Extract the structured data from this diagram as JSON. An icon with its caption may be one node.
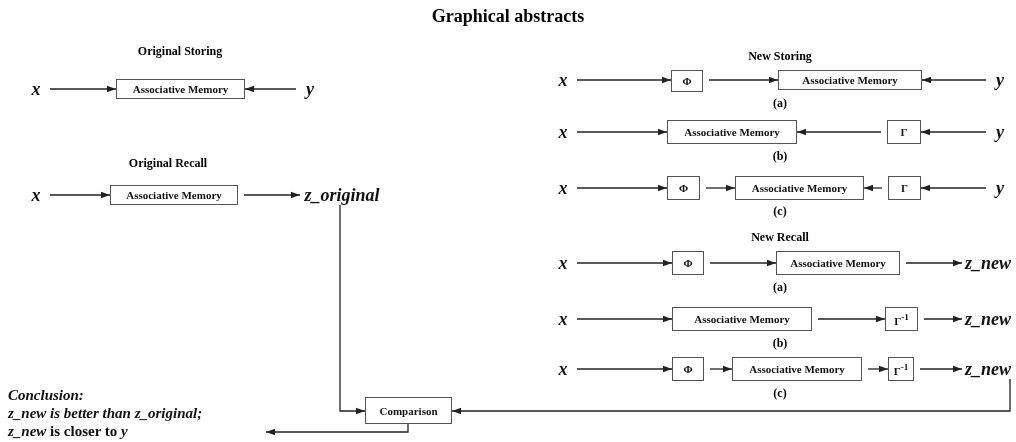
{
  "diagram": {
    "title": "Graphical abstracts",
    "nodes": [
      {
        "text": [
          "x"
        ]
      },
      {
        "text": [
          "Associative Memory"
        ]
      },
      {
        "text": [
          "y"
        ]
      },
      {
        "text": [
          "x"
        ]
      },
      {
        "text": [
          "Associative Memory"
        ]
      },
      {
        "text": [
          "z_original"
        ]
      },
      {
        "text": [
          "x"
        ]
      },
      {
        "text": [
          "Φ"
        ]
      },
      {
        "text": [
          "Associative Memory"
        ]
      },
      {
        "text": [
          "y"
        ]
      },
      {
        "text": [
          "x"
        ]
      },
      {
        "text": [
          "Associative Memory"
        ]
      },
      {
        "text": [
          "Γ"
        ]
      },
      {
        "text": [
          "y"
        ]
      },
      {
        "text": [
          "x"
        ]
      },
      {
        "text": [
          "Φ"
        ]
      },
      {
        "text": [
          "Associative Memory"
        ]
      },
      {
        "text": [
          "Γ"
        ]
      },
      {
        "text": [
          "y"
        ]
      },
      {
        "text": [
          "x"
        ]
      },
      {
        "text": [
          "Φ"
        ]
      },
      {
        "text": [
          "Associative Memory"
        ]
      },
      {
        "text": [
          "z_new"
        ]
      },
      {
        "text": [
          "x"
        ]
      },
      {
        "text": [
          "Associative Memory"
        ]
      },
      {
        "text": [
          "Γ$^{-1}$"
        ]
      },
      {
        "text": [
          "z_new"
        ]
      },
      {
        "text": [
          "x"
        ]
      },
      {
        "text": [
          "Φ"
        ]
      },
      {
        "text": [
          "Associative Memory"
        ]
      },
      {
        "text": [
          "Γ$^{-1}$"
        ]
      },
      {
        "text": [
          "z_new"
        ]
      },
      {
        "text": [
          "Comparison"
        ]
      },
      {
        "text": [
          "Conclusion:",
          "z_new is better than z_original;",
          "*z_new* is closer to *y*"
        ]
      }
    ],
    "edges": [
      {
        "from": 0,
        "to": 1,
        "arrow": "to"
      },
      {
        "from": 2,
        "to": 1,
        "arrow": "to"
      },
      {
        "from": 3,
        "to": 4,
        "arrow": "to"
      },
      {
        "from": 4,
        "to": 5,
        "arrow": "to"
      },
      {
        "from": 6,
        "to": 7,
        "arrow": "to"
      },
      {
        "from": 7,
        "to": 8,
        "arrow": "to"
      },
      {
        "from": 9,
        "to": 8,
        "arrow": "to"
      },
      {
        "from": 10,
        "to": 11,
        "arrow": "to"
      },
      {
        "from": 13,
        "to": 12,
        "arrow": "to"
      },
      {
        "from": 12,
        "to": 11,
        "arrow": "to"
      },
      {
        "from": 14,
        "to": 15,
        "arrow": "to"
      },
      {
        "from": 15,
        "to": 16,
        "arrow": "to"
      },
      {
        "from": 18,
        "to": 17,
        "arrow": "to"
      },
      {
        "from": 17,
        "to": 16,
        "arrow": "to"
      },
      {
        "from": 19,
        "to": 20,
        "arrow": "to"
      },
      {
        "from": 20,
        "to": 21,
        "arrow": "to"
      },
      {
        "from": 21,
        "to": 22,
        "arrow": "to"
      },
      {
        "from": 23,
        "to": 24,
        "arrow": "to"
      },
      {
        "from": 24,
        "to": 25,
        "arrow": "to"
      },
      {
        "from": 25,
        "to": 26,
        "arrow": "to"
      },
      {
        "from": 27,
        "to": 28,
        "arrow": "to"
      },
      {
        "from": 28,
        "to": 29,
        "arrow": "to"
      },
      {
        "from": 29,
        "to": 30,
        "arrow": "to"
      },
      {
        "from": 30,
        "to": 31,
        "arrow": "to"
      },
      {
        "from": 5,
        "to": 32,
        "arrow": "to"
      },
      {
        "from": 31,
        "to": 32,
        "arrow": "to"
      },
      {
        "from": 32,
        "to": 33,
        "arrow": "to"
      }
    ],
    "labels": [
      "Original Storing",
      "Original Recall",
      "New Storing",
      "(a)",
      "(b)",
      "(c)",
      "New Recall",
      "(a)",
      "(b)",
      "(c)"
    ]
  }
}
